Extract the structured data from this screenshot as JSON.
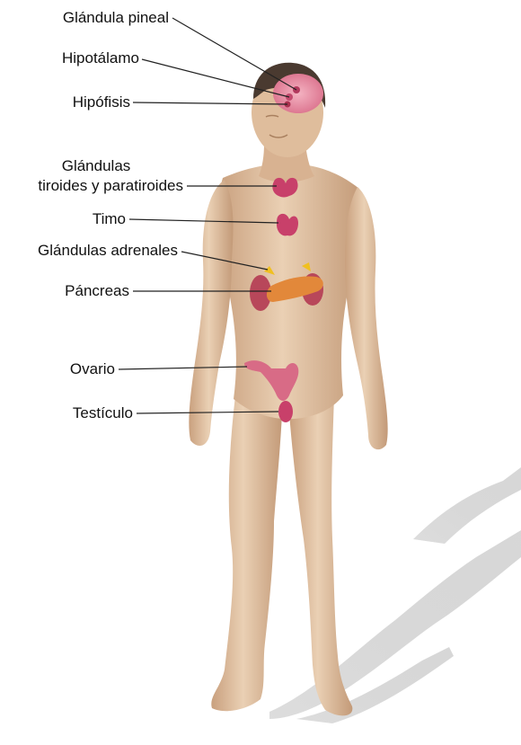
{
  "labels": {
    "pineal": "Glándula pineal",
    "hypothalamus": "Hipotálamo",
    "pituitary": "Hipófisis",
    "thyroid_line1": "Glándulas",
    "thyroid_line2": "tiroides y paratiroides",
    "thymus": "Timo",
    "adrenal": "Glándulas adrenales",
    "pancreas": "Páncreas",
    "ovary": "Ovario",
    "testicle": "Testículo"
  },
  "colors": {
    "skin": "#e3c2a2",
    "skin_shade": "#c9a07e",
    "hair": "#4a3a30",
    "brain": "#e58aa0",
    "gland": "#c8406a",
    "adrenal": "#f0c020",
    "pancreas": "#e2883a",
    "shadow": "#c8c8c8",
    "leader_line": "#222222"
  }
}
